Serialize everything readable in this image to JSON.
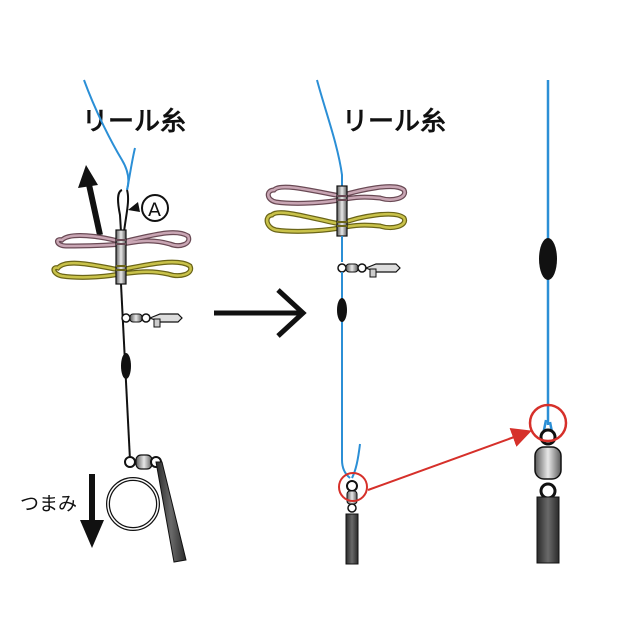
{
  "labels": {
    "reel_line_left": "リール糸",
    "reel_line_mid": "リール糸",
    "marker_a": "A",
    "pinch": "つまみ"
  },
  "colors": {
    "line_blue": "#2b8fd6",
    "black": "#111111",
    "pink_loop": "#c9a6b4",
    "yellow_loop": "#c9c24a",
    "red_highlight": "#d6302a",
    "rod_gray": "#4a4a4a"
  },
  "icons": {
    "step_arrow": "right-arrow-icon",
    "up_arrow": "up-arrow-icon",
    "down_arrow": "down-arrow-icon"
  }
}
